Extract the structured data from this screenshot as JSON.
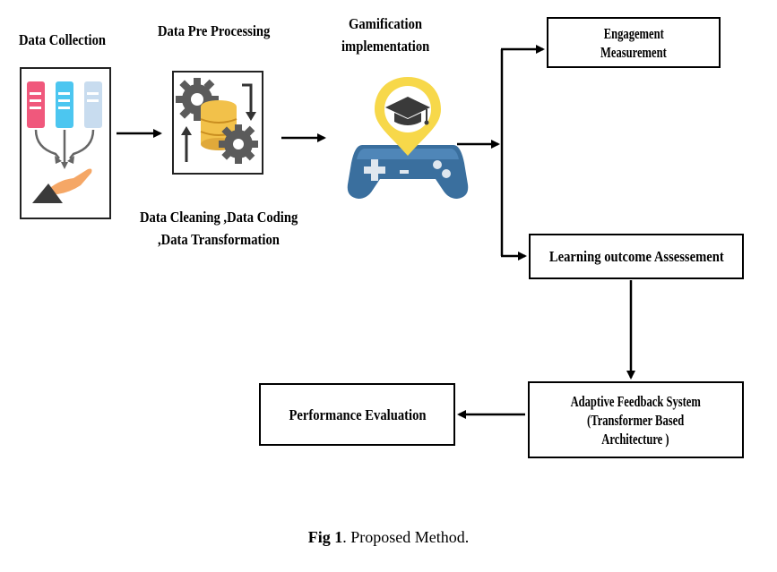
{
  "labels": {
    "data_collection": "Data Collection",
    "data_pre_processing": "Data Pre Processing",
    "gamification_line1": "Gamification",
    "gamification_line2": "implementation",
    "cleaning_line1": "Data Cleaning ,Data Coding",
    "cleaning_line2": ",Data Transformation"
  },
  "boxes": {
    "engagement_line1": "Engagement",
    "engagement_line2": "Measurement",
    "learning_outcome": "Learning outcome Assessement",
    "adaptive_line1": "Adaptive Feedback System",
    "adaptive_line2": "(Transformer Based",
    "adaptive_line3": "Architecture )",
    "performance": "Performance Evaluation"
  },
  "caption": {
    "fig": "Fig 1",
    "text": ". Proposed Method."
  },
  "icons": [
    "documents-to-hand-icon",
    "gears-database-icon",
    "game-controller-graduation-icon"
  ],
  "colors": {
    "doc_pink": "#f0587c",
    "doc_blue": "#4cc6f0",
    "doc_light": "#c8dcef",
    "hand": "#f5a766",
    "gear": "#5b5b5b",
    "database": "#f2c14a",
    "controller": "#3a6f9e",
    "badge": "#f7d84a"
  }
}
